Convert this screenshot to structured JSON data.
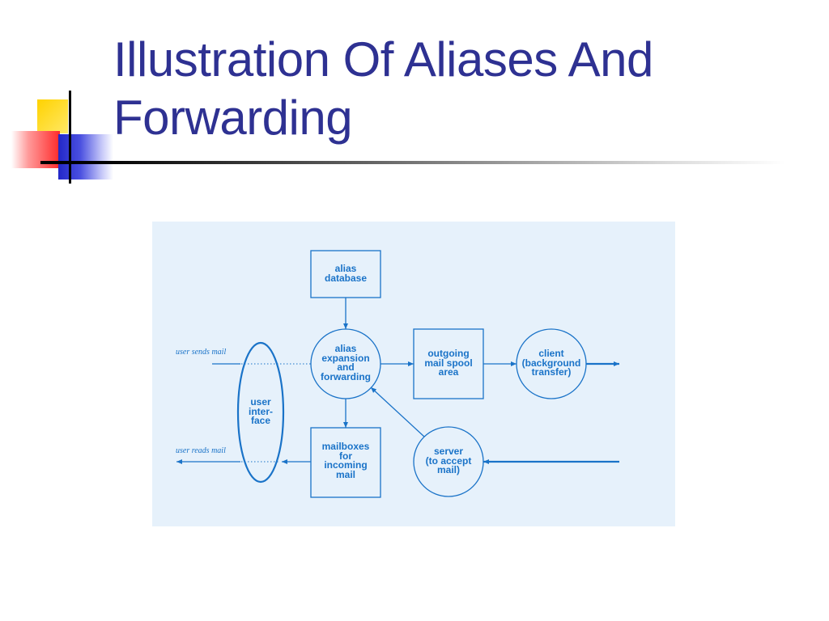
{
  "slide": {
    "title_line1": "Illustration Of Aliases And",
    "title_line2": "Forwarding"
  },
  "colors": {
    "title": "#2e3192",
    "diagram_stroke": "#1a73c8",
    "diagram_background": "#e6f1fb"
  },
  "diagram": {
    "nodes": {
      "alias_database": {
        "lines": [
          "alias",
          "database"
        ]
      },
      "alias_expansion": {
        "lines": [
          "alias",
          "expansion",
          "and",
          "forwarding"
        ]
      },
      "outgoing_spool": {
        "lines": [
          "outgoing",
          "mail spool",
          "area"
        ]
      },
      "client": {
        "lines": [
          "client",
          "(background",
          "transfer)"
        ]
      },
      "user_interface": {
        "lines": [
          "user",
          "inter-",
          "face"
        ]
      },
      "mailboxes": {
        "lines": [
          "mailboxes",
          "for",
          "incoming",
          "mail"
        ]
      },
      "server": {
        "lines": [
          "server",
          "(to accept",
          "mail)"
        ]
      }
    },
    "flows": {
      "user_sends": "user sends mail",
      "user_reads": "user reads mail"
    }
  }
}
